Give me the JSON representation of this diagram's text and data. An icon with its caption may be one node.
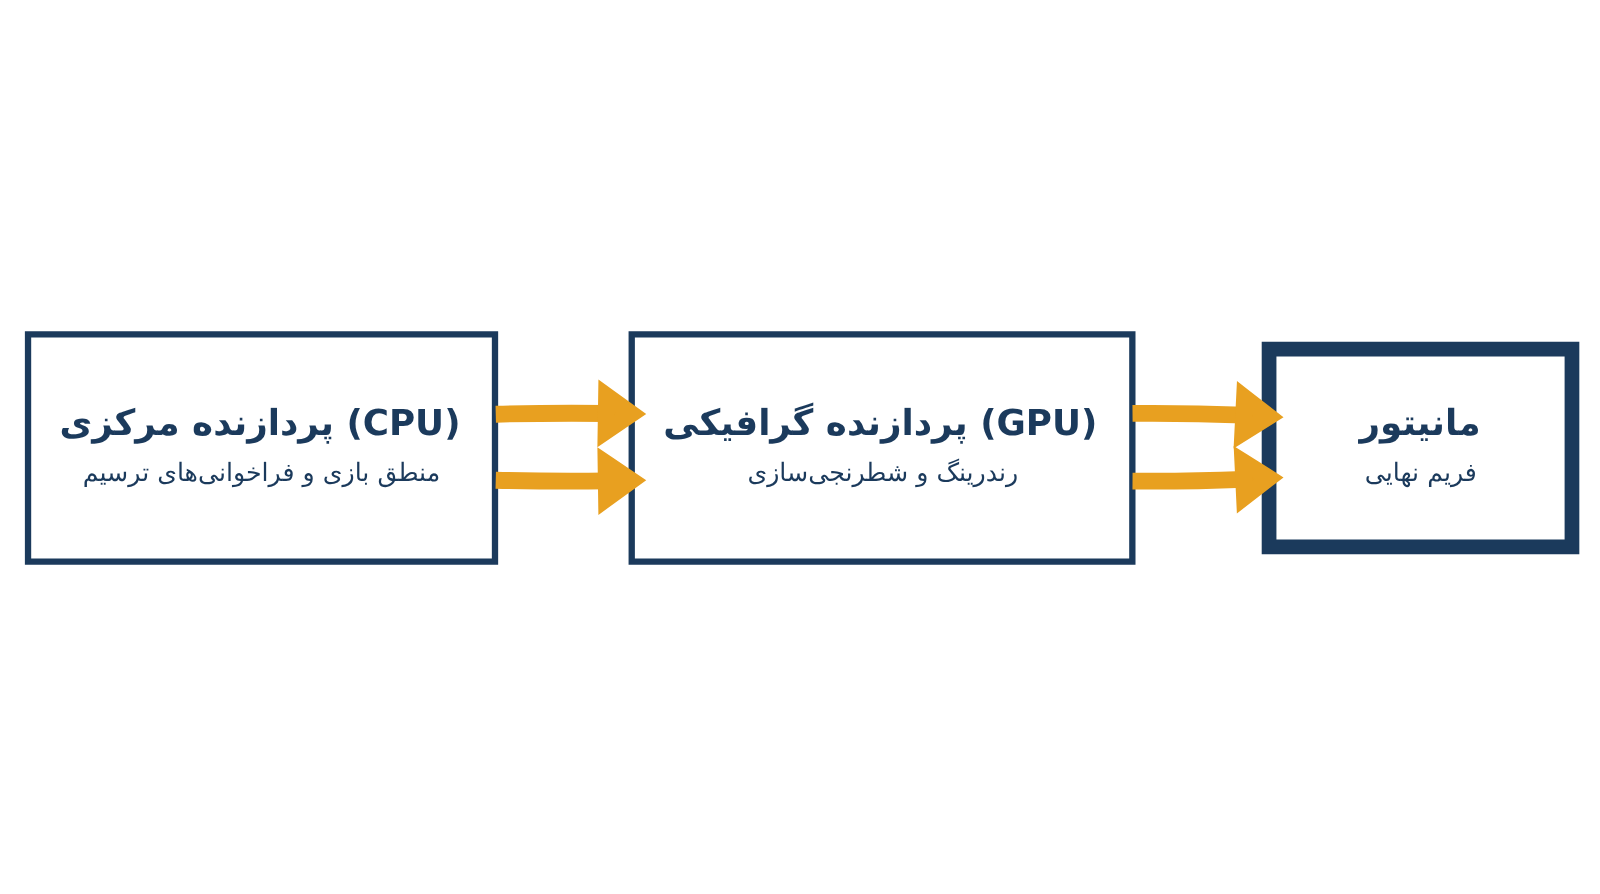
{
  "diagram": {
    "nodes": [
      {
        "text": [
          "پردازنده مرکزی (CPU)",
          "منطق بازی و فراخوانی‌های ترسیم"
        ]
      },
      {
        "text": [
          "پردازنده گرافیکی (GPU)",
          "رندرینگ و شطرنجی‌سازی"
        ]
      },
      {
        "text": [
          "مانیتور",
          "فریم نهایی"
        ]
      }
    ],
    "edges": [
      {
        "from": 0,
        "to": 1,
        "arrow": "to"
      },
      {
        "from": 0,
        "to": 1,
        "arrow": "to"
      },
      {
        "from": 1,
        "to": 2,
        "arrow": "to"
      },
      {
        "from": 1,
        "to": 2,
        "arrow": "to"
      }
    ]
  }
}
